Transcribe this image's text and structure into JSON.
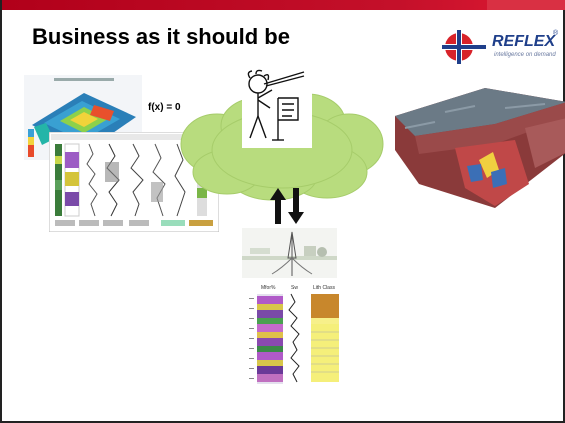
{
  "slide": {
    "title": "Business as it should be",
    "formula": "f(x) = 0"
  },
  "logo": {
    "name": "REFLEX",
    "registered_mark": "®",
    "tagline": "intelligence on demand",
    "colors": {
      "red": "#d8232a",
      "blue": "#1f3f8a"
    }
  },
  "accent_bar_color": "#c4102a",
  "cloud_color": "#b8dc7e",
  "arrows": "up-down-arrows-icon",
  "images": [
    "3d-seismic-map-image",
    "well-log-panel-image",
    "cartoon-figure-image",
    "3d-geological-model-image",
    "rig-sketch-image",
    "lithology-log-image"
  ],
  "log_panel": {
    "headers": [
      "Mfor%",
      "Sw",
      "Lith Class"
    ]
  }
}
